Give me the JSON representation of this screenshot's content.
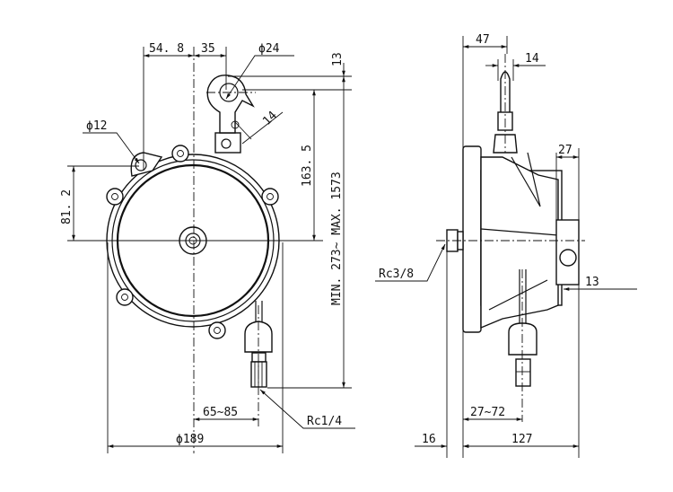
{
  "front_view": {
    "dim_hook_offset_left": "54. 8",
    "dim_hook_offset_right": "35",
    "dim_hook_diameter": "ϕ24",
    "dim_hook_top": "13",
    "dim_hook_width": "14",
    "dim_ear_diameter": "ϕ12",
    "dim_ear_height": "81. 2",
    "dim_center_height": "163. 5",
    "dim_stroke": "MIN. 273~ MAX. 1573",
    "dim_hose_offset": "65~85",
    "dim_body_diameter": "ϕ189",
    "thread_hose": "Rc1/4"
  },
  "side_view": {
    "dim_hook_offset": "47",
    "dim_hook_width": "14",
    "dim_rim_width": "27",
    "thread_inlet": "Rc3/8",
    "dim_lug": "13",
    "dim_hose_offset": "27~72",
    "dim_inlet_length": "16",
    "dim_body_depth": "127"
  }
}
